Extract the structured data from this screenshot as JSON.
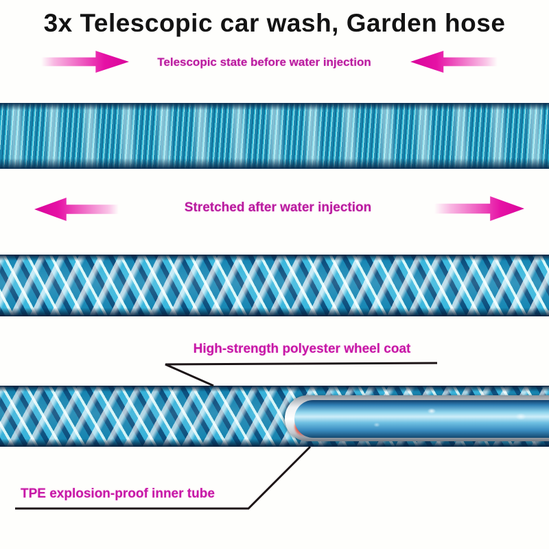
{
  "header": {
    "title": "3x Telescopic car wash, Garden hose"
  },
  "sections": {
    "before": {
      "caption": "Telescopic state before water injection",
      "arrow_direction": "inward"
    },
    "after": {
      "caption": "Stretched after water injection",
      "arrow_direction": "outward"
    },
    "cutaway": {
      "outer_coat_label": "High-strength polyester wheel coat",
      "inner_tube_label": "TPE explosion-proof inner tube"
    }
  },
  "colors": {
    "arrow_magenta": "#e611a5",
    "caption_magenta": "#b81a9f",
    "label_magenta": "#c617a6",
    "title_black": "#131313",
    "braid_teal": "#1f93ba",
    "braid_blue": "#2aa0cc",
    "braid_dark_edge": "#07203c",
    "inner_tube_blue": "#6fc0e2",
    "cut_rim_silver": "#eef0f2",
    "cut_red_detail": "#e4503d",
    "callout_line": "#1c1416",
    "background": "#fefefc"
  }
}
